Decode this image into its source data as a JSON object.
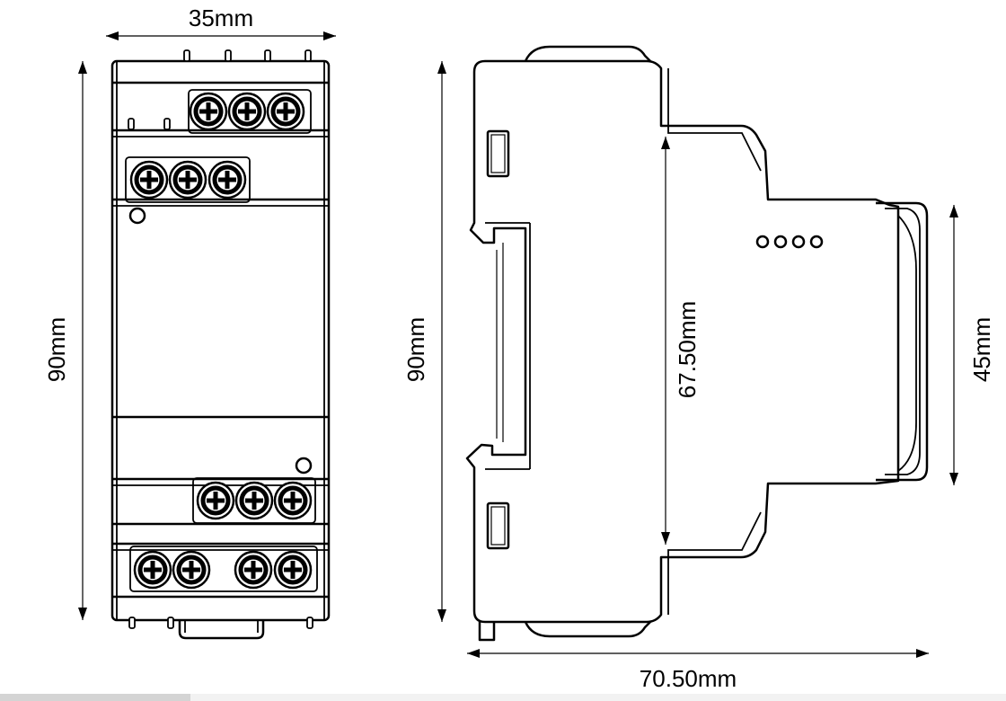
{
  "dimensions": {
    "front_width": "35mm",
    "front_height": "90mm",
    "side_height": "90mm",
    "depth_inner": "67.50mm",
    "front_face_height": "45mm",
    "total_depth": "70.50mm"
  },
  "colors": {
    "line": "#000000",
    "background": "#ffffff",
    "footer_bar": "#d4d4d4"
  }
}
